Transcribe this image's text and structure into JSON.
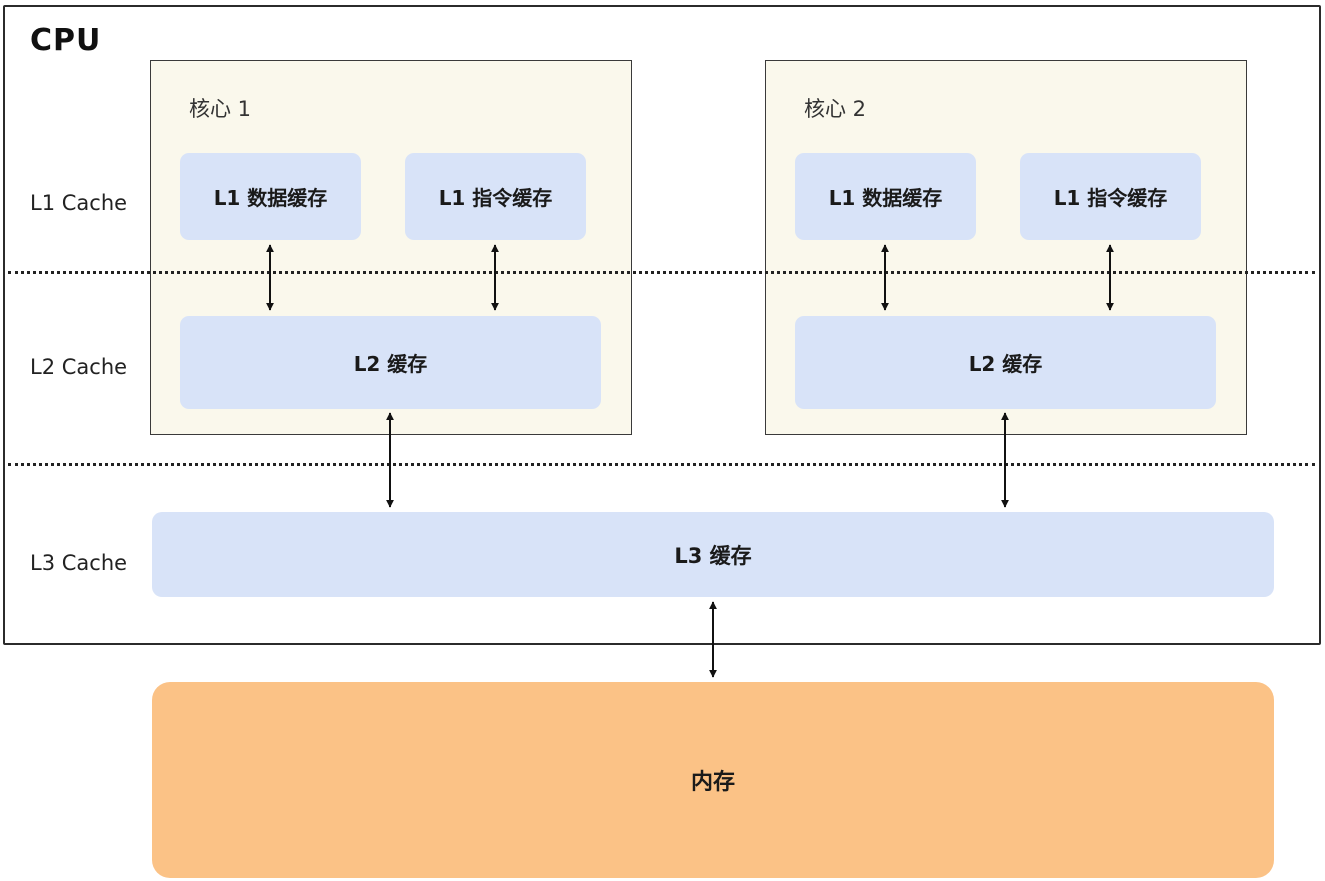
{
  "diagram": {
    "cpu_label": "CPU",
    "levels": [
      {
        "label": "L1 Cache"
      },
      {
        "label": "L2 Cache"
      },
      {
        "label": "L3 Cache"
      }
    ],
    "cores": [
      {
        "title": "核心 1",
        "l1_data_label": "L1 数据缓存",
        "l1_instr_label": "L1 指令缓存",
        "l2_label": "L2 缓存"
      },
      {
        "title": "核心 2",
        "l1_data_label": "L1 数据缓存",
        "l1_instr_label": "L1 指令缓存",
        "l2_label": "L2 缓存"
      }
    ],
    "l3_label": "L3 缓存",
    "memory_label": "内存",
    "colors": {
      "cache_fill": "#d8e3f8",
      "core_fill": "#faf8ec",
      "memory_fill": "#fbc286",
      "border": "#2b2b2b",
      "arrow": "#111111"
    }
  }
}
